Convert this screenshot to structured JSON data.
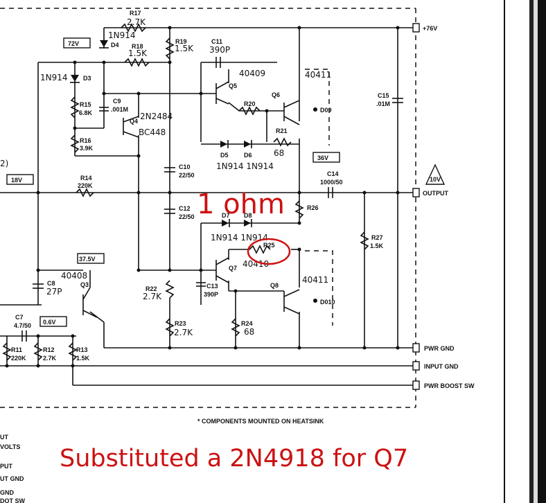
{
  "annotations": {
    "resistance_note": "1 ohm",
    "substitution_note": "Substituted a 2N4918 for Q7",
    "highlight_color": "#cc1111"
  },
  "terminals": {
    "supply": "+76V",
    "output": "OUTPUT",
    "pwr_gnd": "PWR GND",
    "input_gnd": "INPUT GND",
    "pwr_boost": "PWR BOOST SW"
  },
  "footer": {
    "heatsink_note": "* COMPONENTS MOUNTED ON HEATSINK"
  },
  "voltage_tags": {
    "v72": "72V",
    "v36": "36V",
    "v18": "18V",
    "v375": "37.5V",
    "v06": "0.6V",
    "v10": "10V"
  },
  "components": {
    "r17": "R17",
    "r17v": "2.7K",
    "d4": "D4",
    "d4t": "1N914",
    "r18": "R18",
    "r18v": "1.5K",
    "r19": "R19",
    "r19v": "1.5K",
    "c11": "C11",
    "c11v": "390P",
    "d3": "D3",
    "d3t": "1N914",
    "q5": "Q5",
    "q5t": "40409",
    "q6": "Q6",
    "q6t": "40411",
    "r15": "R15",
    "r15v": "6.8K",
    "c9": "C9",
    "c9v": ".001M",
    "q4": "Q4",
    "q4t": "2N2484",
    "q4t2": "BC448",
    "r20": "R20",
    "r21": "R21",
    "r21v": "68",
    "r16": "R16",
    "r16v": "3.9K",
    "c15": "C15",
    "c15v": ".01M",
    "c10": "C10",
    "c10v": "22/50",
    "d5": "D5",
    "d6": "D6",
    "d56t": "1N914 1N914",
    "r14": "R14",
    "r14v": "220K",
    "c14": "C14",
    "c14v": "1000/50",
    "c12": "C12",
    "c12v": "22/50",
    "d7": "D7",
    "d8": "D8",
    "d78t": "1N914 1N914",
    "r26": "R26",
    "r25": "R25",
    "r27": "R27",
    "r27v": "1.5K",
    "q7": "Q7",
    "q7t": "40410",
    "q8": "Q8",
    "q8t": "40411",
    "q3": "Q3",
    "q3t": "40408",
    "c8": "C8",
    "c8v": "27P",
    "r22": "R22",
    "r22v": "2.7K",
    "c13": "C13",
    "c13v": "390P",
    "r23": "R23",
    "r23v": "2.7K",
    "r24": "R24",
    "r24v": "68",
    "c7": "C7",
    "c7v": "4.7/50",
    "r11": "R11",
    "r11v": "220K",
    "r12": "R12",
    "r12v": "2.7K",
    "r13": "R13",
    "r13v": "1.5K",
    "left_note": "2)",
    "d09": "D09",
    "d010": "D010"
  },
  "left_legend": [
    "UT",
    "VOLTS",
    "PUT",
    "UT GND",
    "GND",
    "DOT SW"
  ]
}
